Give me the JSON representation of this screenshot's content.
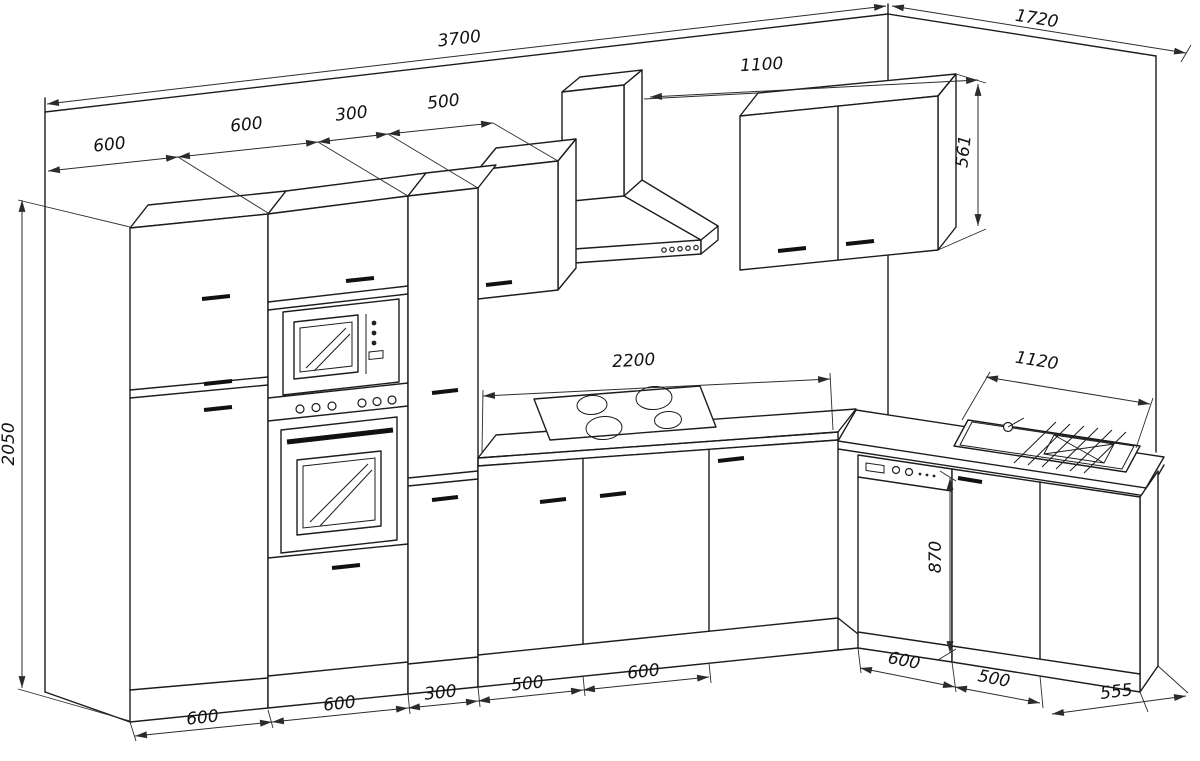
{
  "meta": {
    "type": "technical-dimension-drawing",
    "subject": "L-shaped kitchen unit, perspective line drawing with dimension annotations"
  },
  "colors": {
    "background": "#ffffff",
    "line": "#1c1c1c",
    "dimension": "#2b2b2b"
  },
  "dimensions": {
    "total_width": "3700",
    "right_depth": "1720",
    "upper_cabinets_width": "1100",
    "upper_cabinets_height": "561",
    "top_segments": [
      "600",
      "600",
      "300",
      "500"
    ],
    "tall_unit_height": "2050",
    "worktop_run": "2200",
    "right_worktop_width": "1120",
    "worktop_height": "870",
    "bottom_segments_left": [
      "600",
      "600",
      "300",
      "500",
      "600"
    ],
    "bottom_segments_right": [
      "600",
      "500",
      "555"
    ]
  }
}
